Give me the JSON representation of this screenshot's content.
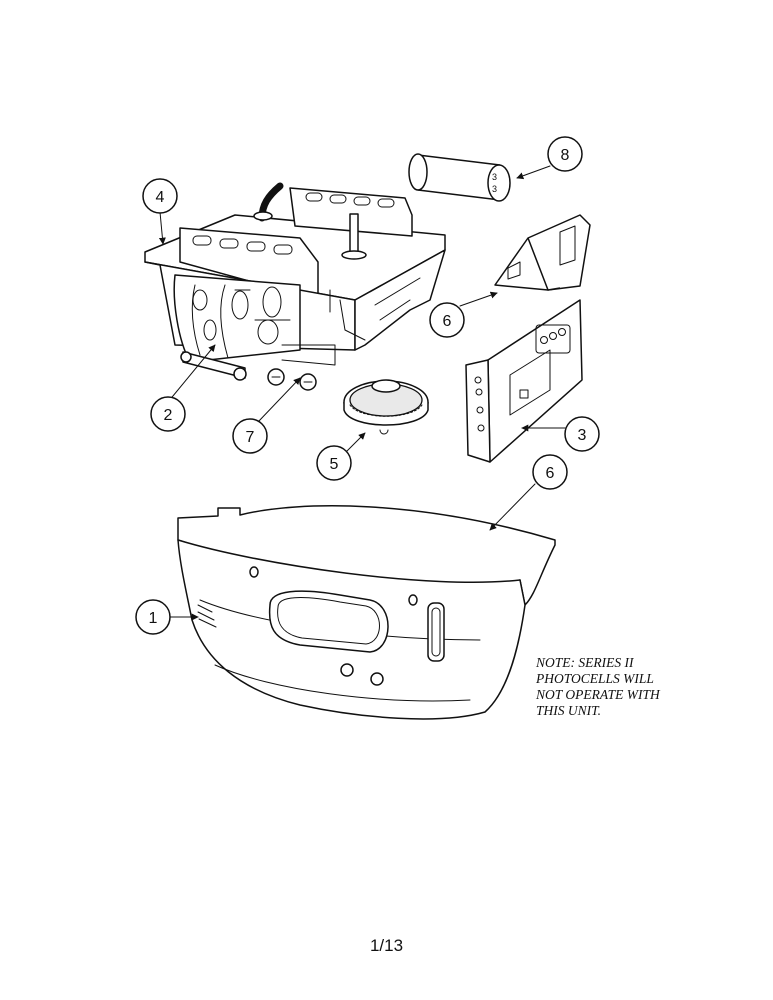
{
  "callouts": [
    {
      "id": "callout-1",
      "label": "1"
    },
    {
      "id": "callout-2",
      "label": "2"
    },
    {
      "id": "callout-3",
      "label": "3"
    },
    {
      "id": "callout-4",
      "label": "4"
    },
    {
      "id": "callout-5",
      "label": "5"
    },
    {
      "id": "callout-6a",
      "label": "6"
    },
    {
      "id": "callout-6b",
      "label": "6"
    },
    {
      "id": "callout-7",
      "label": "7"
    },
    {
      "id": "callout-8",
      "label": "8"
    }
  ],
  "note": {
    "lines": [
      "NOTE: SERIES II",
      "PHOTOCELLS WILL",
      "NOT OPERATE WITH",
      "THIS UNIT."
    ]
  },
  "page": {
    "number": "1/13"
  }
}
